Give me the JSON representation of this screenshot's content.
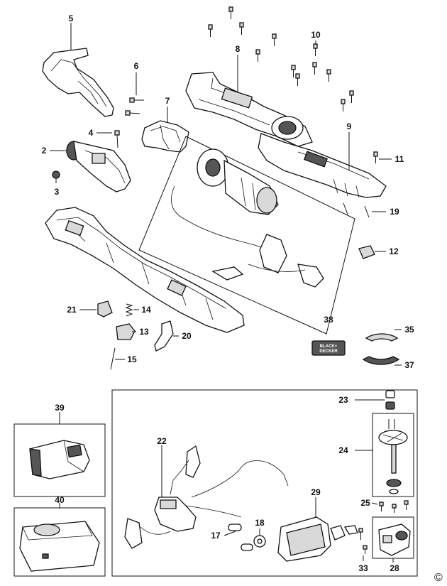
{
  "labels": {
    "p2": "2",
    "p3": "3",
    "p4": "4",
    "p5": "5",
    "p6": "6",
    "p7": "7",
    "p8": "8",
    "p9": "9",
    "p10": "10",
    "p11": "11",
    "p12": "12",
    "p13": "13",
    "p14": "14",
    "p15": "15",
    "p17": "17",
    "p18": "18",
    "p19": "19",
    "p20": "20",
    "p21": "21",
    "p22": "22",
    "p23": "23",
    "p24": "24",
    "p25": "25",
    "p28": "28",
    "p29": "29",
    "p33": "33",
    "p35": "35",
    "p37": "37",
    "p38": "38",
    "p39": "39",
    "p40": "40"
  },
  "logo": {
    "line1": "BLACK+",
    "line2": "DECKER"
  },
  "copyright": "©"
}
